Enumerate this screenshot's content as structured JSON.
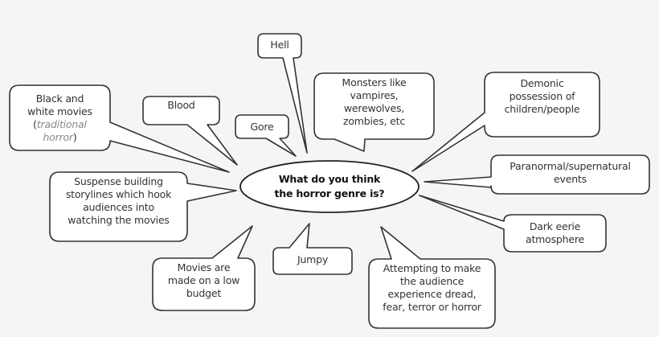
{
  "diagram": {
    "type": "mind-map",
    "center": {
      "lines": [
        "What do you think",
        "the horror genre is?"
      ]
    },
    "callouts": [
      {
        "id": "black-and-white-movies",
        "lines": [
          "Black and",
          "white movies",
          "(traditional",
          "horror)"
        ],
        "muted_text": "traditional horror"
      },
      {
        "id": "blood",
        "lines": [
          "Blood"
        ]
      },
      {
        "id": "hell",
        "lines": [
          "Hell"
        ]
      },
      {
        "id": "gore",
        "lines": [
          "Gore"
        ]
      },
      {
        "id": "monsters",
        "lines": [
          "Monsters like",
          "vampires,",
          "werewolves,",
          "zombies, etc"
        ]
      },
      {
        "id": "demonic-possession",
        "lines": [
          "Demonic",
          "possession of",
          "children/people"
        ]
      },
      {
        "id": "paranormal",
        "lines": [
          "Paranormal/supernatural",
          "events"
        ]
      },
      {
        "id": "dark-eerie",
        "lines": [
          "Dark eerie",
          "atmosphere"
        ]
      },
      {
        "id": "attempting",
        "lines": [
          "Attempting to make",
          "the audience",
          "experience dread,",
          "fear, terror or horror"
        ]
      },
      {
        "id": "jumpy",
        "lines": [
          "Jumpy"
        ]
      },
      {
        "id": "low-budget",
        "lines": [
          "Movies are",
          "made on a low",
          "budget"
        ]
      },
      {
        "id": "suspense",
        "lines": [
          "Suspense building",
          "storylines which hook",
          "audiences into",
          "watching the movies"
        ]
      }
    ],
    "colors": {
      "background": "#f5f5f5",
      "shape_fill": "#ffffff",
      "outline": "#333333",
      "text": "#333333",
      "muted_text": "#888888"
    }
  }
}
